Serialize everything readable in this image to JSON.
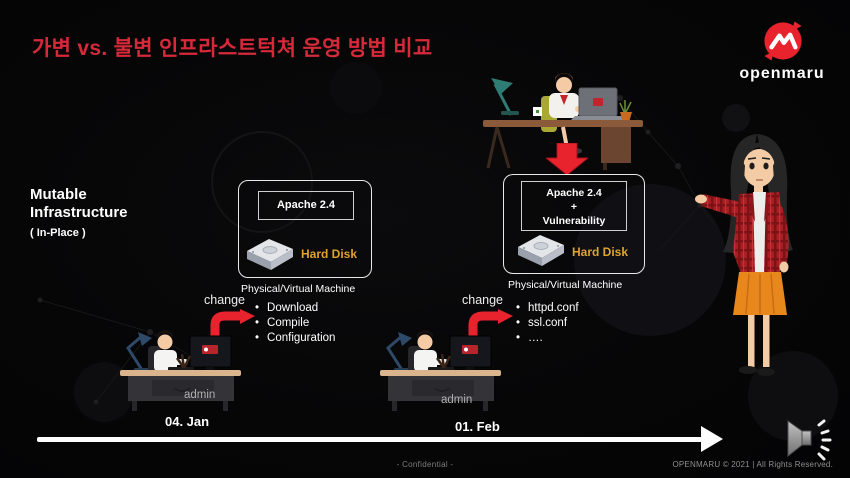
{
  "slide": {
    "title": "가변 vs. 불변 인프라스트턱쳐 운영 방법 비교",
    "footer_confidential": "- Confidential -",
    "footer_copyright": "OPENMARU ©  2021 | All Rights Reserved."
  },
  "brand": {
    "name": "openmaru",
    "logo_icon": "openmaru-mountain-logo"
  },
  "infra_label": {
    "line1": "Mutable",
    "line2": "Infrastructure",
    "line3": "( In-Place )"
  },
  "machines": [
    {
      "app_lines": [
        "Apache 2.4"
      ],
      "disk_label": "Hard Disk",
      "disk_icon": "hard-disk-icon",
      "caption": "Physical/Virtual Machine"
    },
    {
      "app_lines": [
        "Apache 2.4",
        "+",
        "Vulnerability"
      ],
      "disk_label": "Hard Disk",
      "disk_icon": "hard-disk-icon",
      "caption": "Physical/Virtual Machine"
    }
  ],
  "steps": [
    {
      "change_label": "change",
      "bullets": [
        "Download",
        "Compile",
        "Configuration"
      ],
      "actor_label": "admin",
      "date": "04. Jan"
    },
    {
      "change_label": "change",
      "bullets": [
        "httpd.conf",
        "ssl.conf",
        "…."
      ],
      "actor_label": "admin",
      "date": "01. Feb"
    }
  ],
  "icons": {
    "speaker": "audio-speaker-icon",
    "down_arrow": "red-down-arrow-icon",
    "change_arrow": "red-curved-arrow-icon"
  },
  "colors": {
    "title_red": "#d6293a",
    "accent_red": "#e8232d",
    "disk_gold": "#dfa32e",
    "timeline_white": "#ffffff"
  }
}
